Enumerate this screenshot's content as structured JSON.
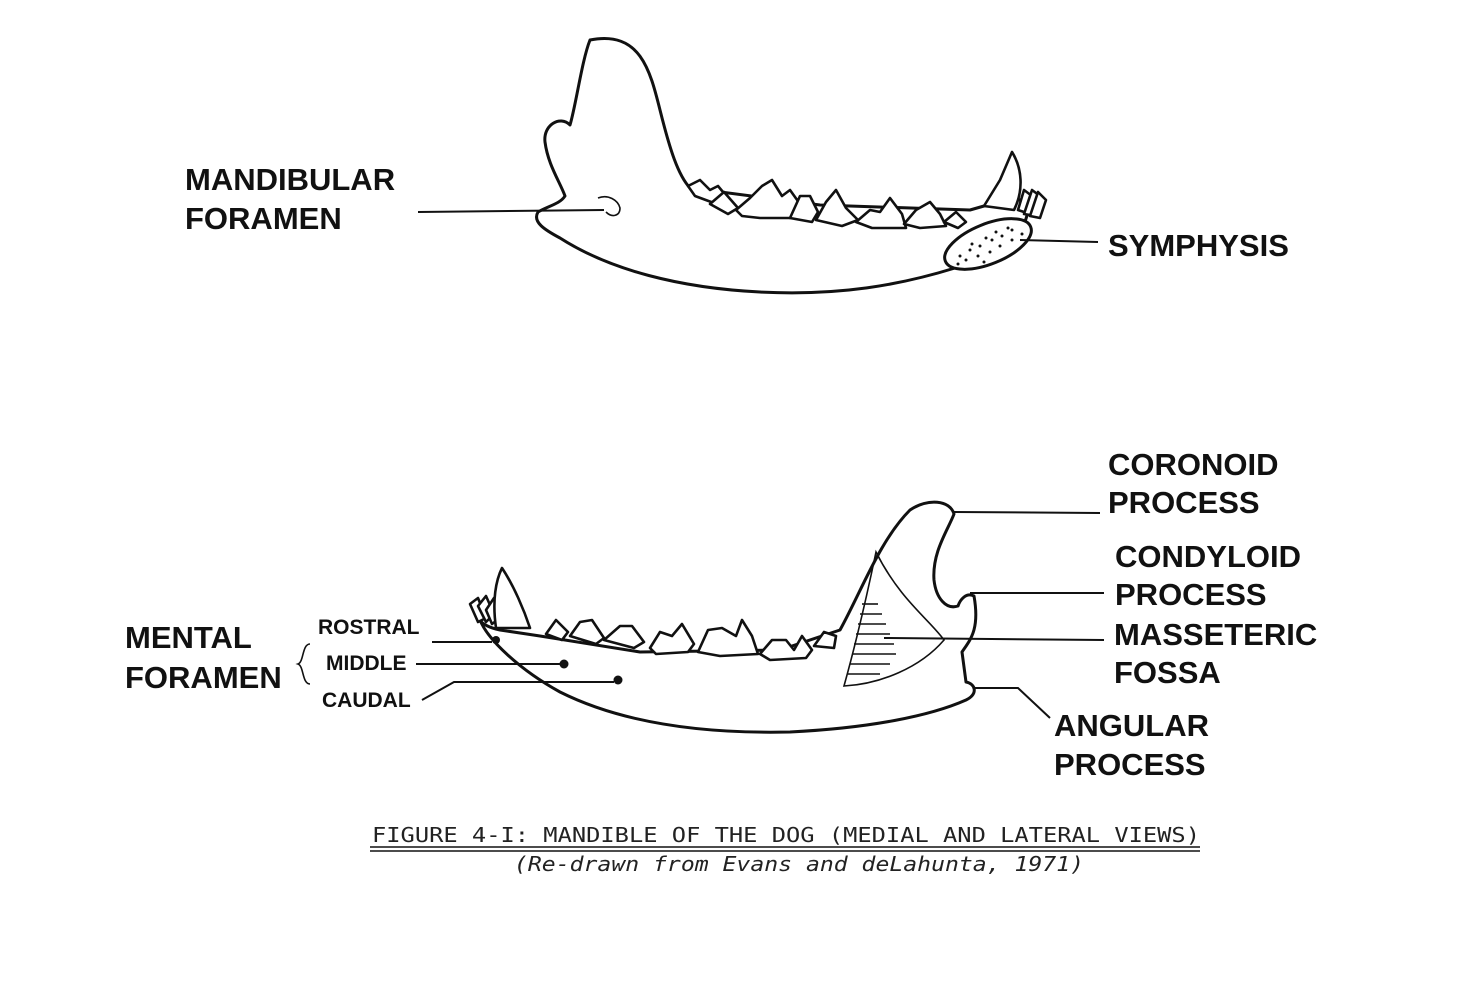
{
  "medial_view": {
    "label_mandibular_foramen_1": "MANDIBULAR",
    "label_mandibular_foramen_2": "FORAMEN",
    "label_symphysis": "SYMPHYSIS"
  },
  "lateral_view": {
    "label_mental_foramen_1": "MENTAL",
    "label_mental_foramen_2": "FORAMEN",
    "label_rostral": "ROSTRAL",
    "label_middle": "MIDDLE",
    "label_caudal": "CAUDAL",
    "label_coronoid_1": "CORONOID",
    "label_coronoid_2": "PROCESS",
    "label_condyloid_1": "CONDYLOID",
    "label_condyloid_2": "PROCESS",
    "label_masseteric_1": "MASSETERIC",
    "label_masseteric_2": "FOSSA",
    "label_angular_1": "ANGULAR",
    "label_angular_2": "PROCESS"
  },
  "caption": {
    "title": "FIGURE 4-I:  MANDIBLE OF THE DOG (MEDIAL AND LATERAL VIEWS)",
    "source": "(Re-drawn from Evans and deLahunta, 1971)"
  },
  "colors": {
    "ink": "#111111",
    "paper": "#ffffff"
  }
}
